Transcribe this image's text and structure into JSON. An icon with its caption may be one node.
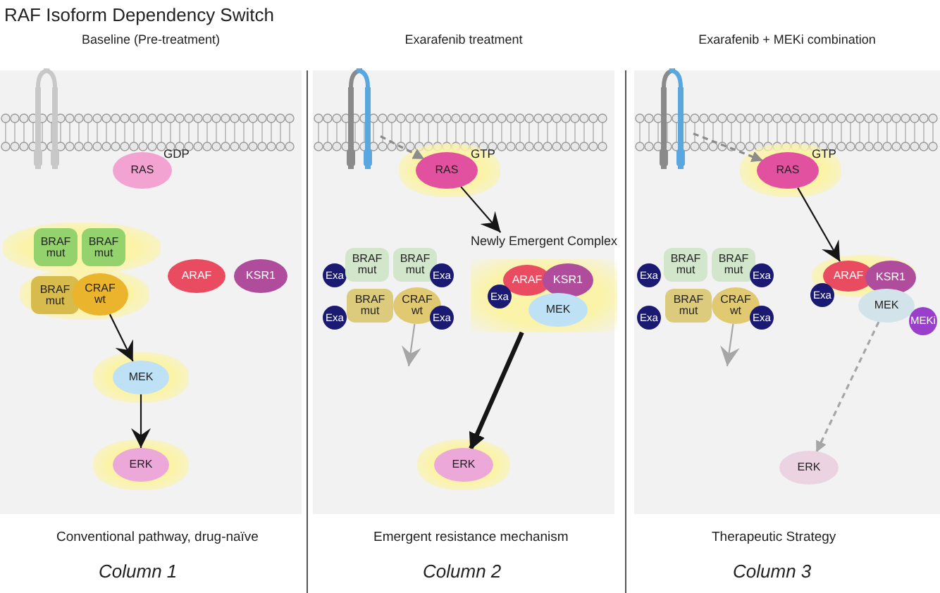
{
  "diagram": {
    "title": "RAF Isoform Dependency Switch",
    "nodes": [
      {
        "text": [
          "Baseline (Pre-treatment)"
        ],
        "beside": [
          "Conventional pathway, drug-naïve",
          "Column 1"
        ]
      },
      {
        "text": [
          "RAS"
        ],
        "in": 0,
        "beside": [
          "GDP"
        ]
      },
      {
        "text": [
          "BRAF mut"
        ],
        "in": 0
      },
      {
        "text": [
          "BRAF mut"
        ],
        "in": 0
      },
      {
        "text": [
          "BRAF mut"
        ],
        "in": 0
      },
      {
        "text": [
          "CRAF wt"
        ],
        "in": 0
      },
      {
        "text": [
          "ARAF"
        ],
        "in": 0
      },
      {
        "text": [
          "KSR1"
        ],
        "in": 0
      },
      {
        "text": [
          "MEK"
        ],
        "in": 0
      },
      {
        "text": [
          "ERK"
        ],
        "in": 0
      },
      {
        "text": [
          "Exarafenib treatment"
        ],
        "beside": [
          "Emergent resistance mechanism",
          "Column 2"
        ]
      },
      {
        "text": [],
        "shape": "picture",
        "in": 10
      },
      {
        "text": [
          "RAS"
        ],
        "in": 10,
        "beside": [
          "GTP"
        ]
      },
      {
        "text": [
          "Exa"
        ],
        "in": 10
      },
      {
        "text": [
          "BRAF mut"
        ],
        "in": 10
      },
      {
        "text": [
          "BRAF mut"
        ],
        "in": 10
      },
      {
        "text": [
          "Exa"
        ],
        "in": 10
      },
      {
        "text": [
          "Exa"
        ],
        "in": 10
      },
      {
        "text": [
          "BRAF mut"
        ],
        "in": 10
      },
      {
        "text": [
          "CRAF wt"
        ],
        "in": 10
      },
      {
        "text": [
          "Exa"
        ],
        "in": 10
      },
      {
        "text": [
          "Newly Emergent Complex"
        ],
        "in": 10
      },
      {
        "text": [
          "ARAF"
        ],
        "in": 21
      },
      {
        "text": [
          "KSR1"
        ],
        "in": 21
      },
      {
        "text": [
          "Exa"
        ],
        "in": 21
      },
      {
        "text": [
          "MEK"
        ],
        "in": 21
      },
      {
        "text": [
          "ERK"
        ],
        "in": 10
      },
      {
        "text": [
          "Exarafenib + MEKi combination"
        ],
        "beside": [
          "Therapeutic Strategy",
          "Column 3"
        ]
      },
      {
        "text": [],
        "shape": "picture",
        "in": 27
      },
      {
        "text": [
          "RAS"
        ],
        "in": 27,
        "beside": [
          "GTP"
        ]
      },
      {
        "text": [
          "Exa"
        ],
        "in": 27
      },
      {
        "text": [
          "BRAF mut"
        ],
        "in": 27
      },
      {
        "text": [
          "BRAF mut"
        ],
        "in": 27
      },
      {
        "text": [
          "Exa"
        ],
        "in": 27
      },
      {
        "text": [
          "Exa"
        ],
        "in": 27
      },
      {
        "text": [
          "BRAF mut"
        ],
        "in": 27
      },
      {
        "text": [
          "CRAF wt"
        ],
        "in": 27
      },
      {
        "text": [
          "Exa"
        ],
        "in": 27
      },
      {
        "text": [
          "ARAF"
        ],
        "in": 27
      },
      {
        "text": [
          "KSR1"
        ],
        "in": 27
      },
      {
        "text": [
          "Exa"
        ],
        "in": 27
      },
      {
        "text": [
          "MEK"
        ],
        "in": 27
      },
      {
        "text": [
          "MEKi"
        ],
        "in": 27
      },
      {
        "text": [
          "ERK"
        ],
        "in": 27
      }
    ],
    "edges": [
      {
        "from": 5,
        "to": 8,
        "arrow": "to"
      },
      {
        "from": 8,
        "to": 9,
        "arrow": "to"
      },
      {
        "from": 11,
        "to": 12,
        "arrow": "to",
        "style": "dashed",
        "color": "#8c8c8c"
      },
      {
        "from": 12,
        "to": 21,
        "arrow": "to"
      },
      {
        "from": 19,
        "to": null,
        "arrow": "to",
        "color": "#a6a6a6"
      },
      {
        "from": 21,
        "to": 26,
        "arrow": "to",
        "style": "thick",
        "color": "#151515"
      },
      {
        "from": 28,
        "to": 29,
        "arrow": "to",
        "style": "dashed",
        "color": "#8c8c8c"
      },
      {
        "from": 29,
        "to": 38,
        "arrow": "to"
      },
      {
        "from": 36,
        "to": null,
        "arrow": "to",
        "color": "#a6a6a6"
      },
      {
        "from": 41,
        "to": 43,
        "arrow": "to",
        "style": "dashed",
        "color": "#a6a6a6"
      }
    ]
  }
}
